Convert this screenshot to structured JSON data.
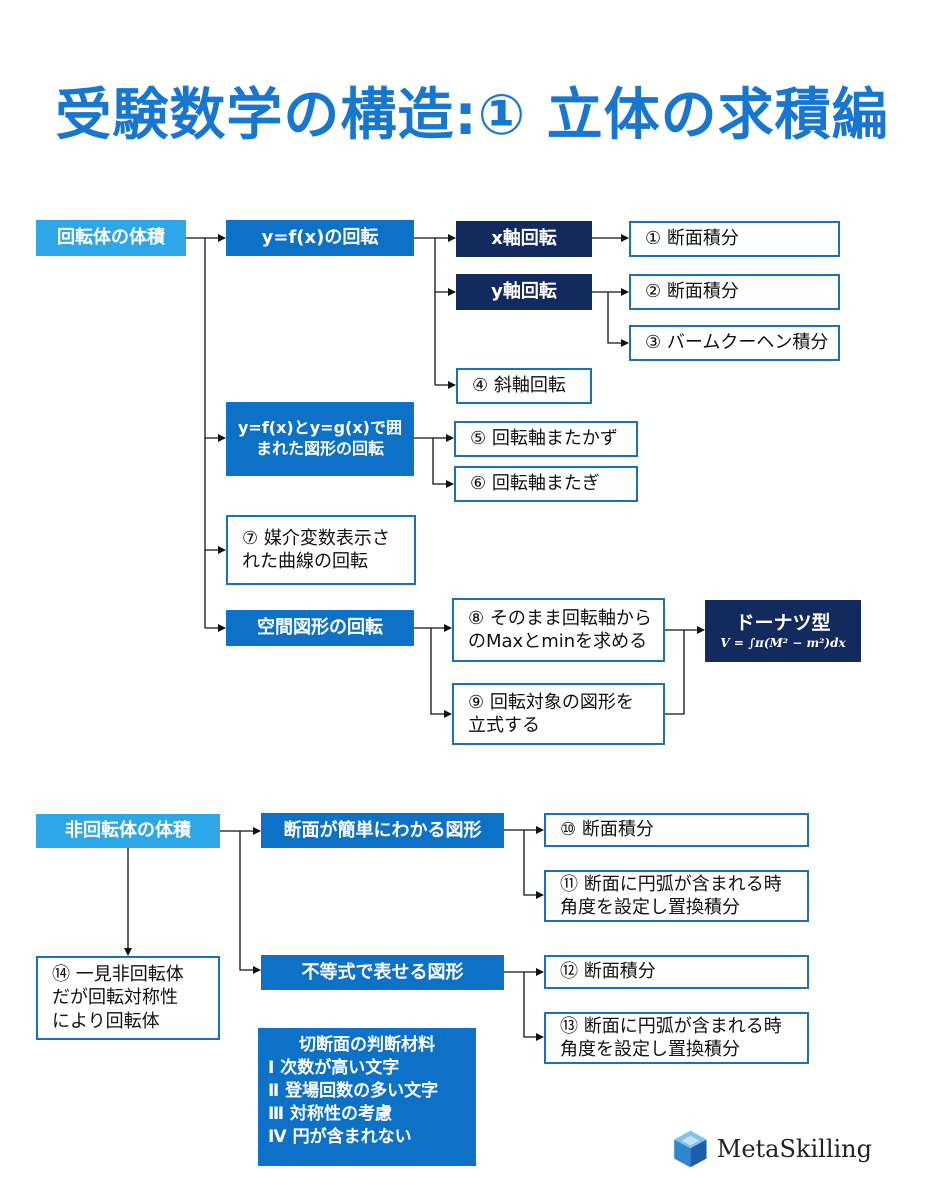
{
  "title": "受験数学の構造:① 立体の求積編",
  "rot": {
    "root": "回転体の体積",
    "n_yfx": "y=f(x)の回転",
    "n_x": "x軸回転",
    "n_y": "y軸回転",
    "l1": "① 断面積分",
    "l2": "② 断面積分",
    "l3": "③ バームクーヘン積分",
    "l4": "④ 斜軸回転",
    "n_fg_1": "y=f(x)とy=g(x)で囲",
    "n_fg_2": "まれた図形の回転",
    "l5": "⑤ 回転軸またかず",
    "l6": "⑥ 回転軸またぎ",
    "l7_1": "⑦ 媒介変数表示さ",
    "l7_2": "れた曲線の回転",
    "n_space": "空間図形の回転",
    "l8_1": "⑧ そのまま回転軸から",
    "l8_2": "のMaxとminを求める",
    "l9_1": "⑨ 回転対象の図形を",
    "l9_2": "立式する",
    "donut_title": "ドーナツ型",
    "donut_formula": "V = ∫π(M² − m²)dx"
  },
  "nonrot": {
    "root": "非回転体の体積",
    "n_easy": "断面が簡単にわかる図形",
    "n_ineq": "不等式で表せる図形",
    "l10": "⑩ 断面積分",
    "l11_1": "⑪ 断面に円弧が含まれる時",
    "l11_2": "角度を設定し置換積分",
    "l12": "⑫ 断面積分",
    "l13_1": "⑬ 断面に円弧が含まれる時",
    "l13_2": "角度を設定し置換積分",
    "l14_1": "⑭ 一見非回転体",
    "l14_2": "だが回転対称性",
    "l14_3": "により回転体"
  },
  "criteria": {
    "title": "切断面の判断材料",
    "items": [
      "Ⅰ 次数が高い文字",
      "Ⅱ 登場回数の多い文字",
      "Ⅲ 対称性の考慮",
      "Ⅳ 円が含まれない"
    ]
  },
  "logo": {
    "text": "MetaSkilling",
    "icon": "cube-logo-icon"
  },
  "colors": {
    "title": "#1777d0",
    "cyan": "#2ea7e8",
    "mid": "#0d71c7",
    "navy": "#132a5e",
    "border": "#1d6fb8"
  }
}
